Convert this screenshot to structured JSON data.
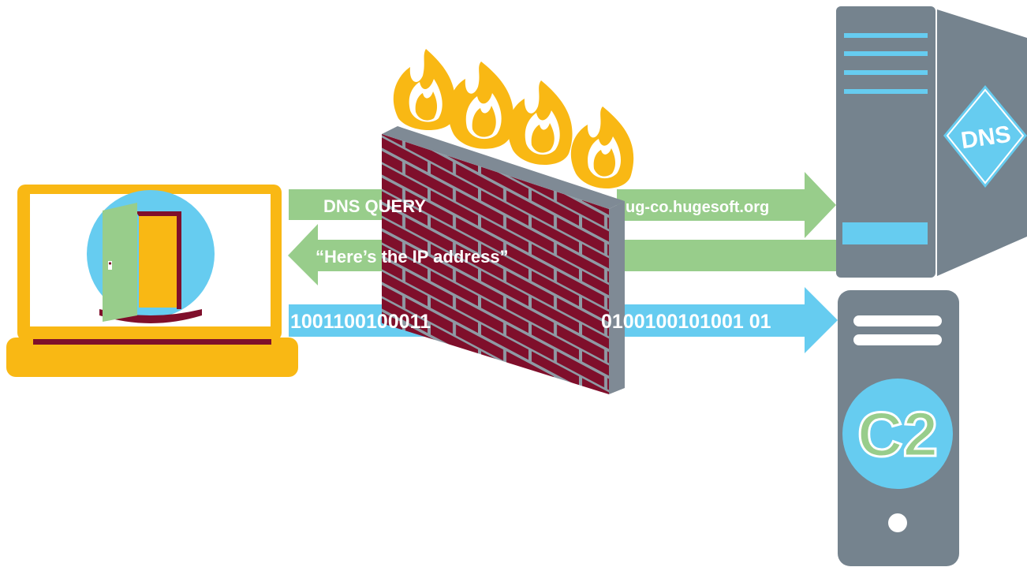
{
  "arrows": {
    "query_left": "DNS QUERY",
    "query_right": "ug-co.hugesoft.org",
    "response": "“Here’s the IP address”",
    "data_left": "1001100100011",
    "data_right": "0100100101001 01"
  },
  "servers": {
    "dns_label": "DNS",
    "c2_label": "C2"
  },
  "colors": {
    "laptop": "#f9b814",
    "green": "#98cd8b",
    "blue": "#66ccf0",
    "brick": "#7f0f2b",
    "mortar": "#7f8a95",
    "server": "#75838e",
    "flame_outer": "#f9b814",
    "flame_inner": "#ffffff"
  }
}
